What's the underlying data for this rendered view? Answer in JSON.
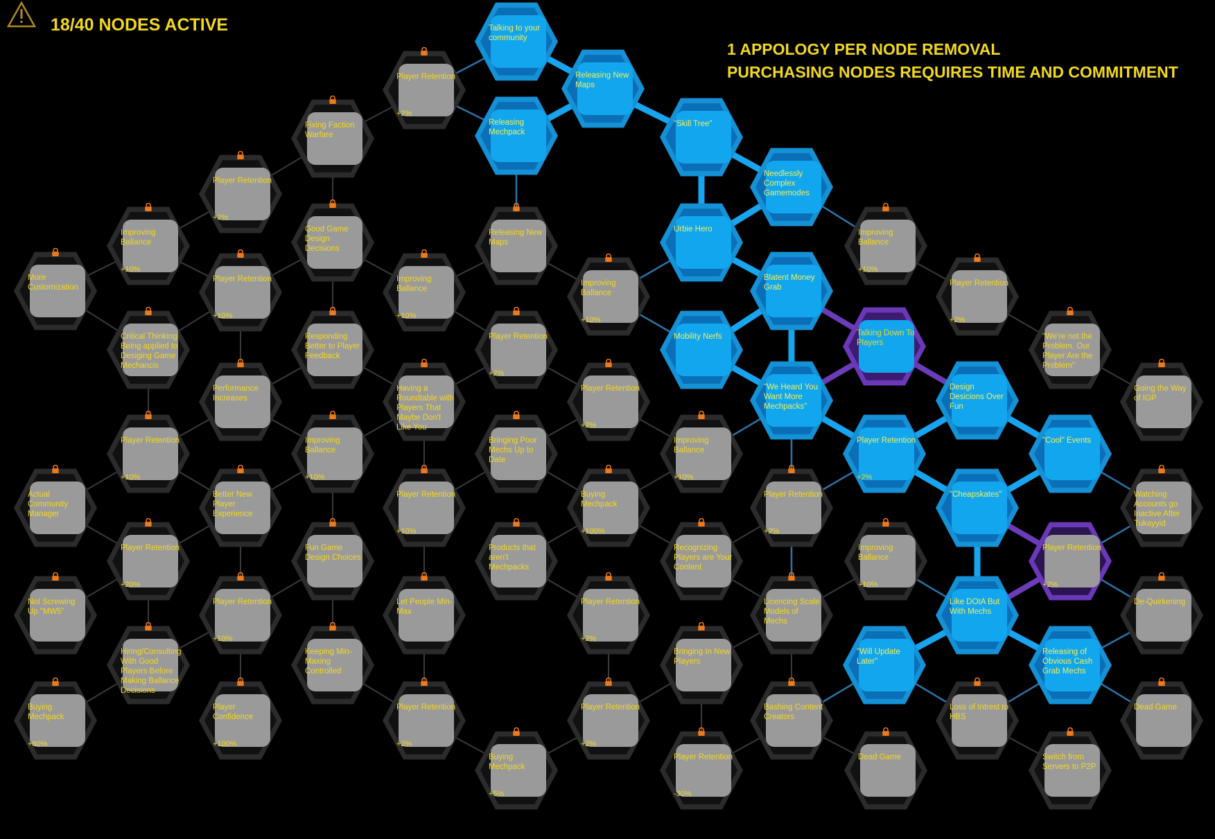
{
  "header": {
    "nodes_active": "18/40 NODES ACTIVE",
    "notice_line1": "1 APPOLOGY PER NODE REMOVAL",
    "notice_line2": "PURCHASING NODES REQUIRES TIME AND COMMITMENT",
    "warning_icon": "warning-triangle-icon"
  },
  "colors": {
    "text_yellow": "#f2d820",
    "active_blue": "#12a6ee",
    "locked_gray": "#9a9a9a",
    "purple": "#6a38b8",
    "lock_orange": "#f07a1a"
  },
  "nodes": [
    {
      "id": "n01",
      "title": "Talking to your community",
      "bonus": "",
      "state": "active"
    },
    {
      "id": "n02",
      "title": "Releasing New Maps",
      "bonus": "",
      "state": "active"
    },
    {
      "id": "n03",
      "title": "Releasing Mechpack",
      "bonus": "",
      "state": "active"
    },
    {
      "id": "n04",
      "title": "\"Skill Tree\"",
      "bonus": "",
      "state": "active"
    },
    {
      "id": "n05",
      "title": "Needlessly Complex Gamemodes",
      "bonus": "",
      "state": "active"
    },
    {
      "id": "n06",
      "title": "Urbie Hero",
      "bonus": "",
      "state": "active"
    },
    {
      "id": "n07",
      "title": "Blatent Money Grab",
      "bonus": "",
      "state": "active"
    },
    {
      "id": "n08",
      "title": "Mobility Nerfs",
      "bonus": "",
      "state": "active"
    },
    {
      "id": "n09",
      "title": "\"We Heard You Want More Mechpacks\"",
      "bonus": "",
      "state": "active"
    },
    {
      "id": "n10",
      "title": "Talking Down To Players",
      "bonus": "",
      "state": "purple"
    },
    {
      "id": "n11",
      "title": "Design Desicions Over Fun",
      "bonus": "",
      "state": "active"
    },
    {
      "id": "n12",
      "title": "Player Retention",
      "bonus": "+2%",
      "state": "active"
    },
    {
      "id": "n13",
      "title": "\"Cool\" Events",
      "bonus": "",
      "state": "active"
    },
    {
      "id": "n14",
      "title": "\"Cheapskates\"",
      "bonus": "",
      "state": "active"
    },
    {
      "id": "n15",
      "title": "Player Retention",
      "bonus": "+2%",
      "state": "purple-gray"
    },
    {
      "id": "n16",
      "title": "Like DOtA But With Mechs",
      "bonus": "",
      "state": "active"
    },
    {
      "id": "n17",
      "title": "\"Will Update Later\"",
      "bonus": "",
      "state": "active"
    },
    {
      "id": "n18",
      "title": "Releasing of Obvious Cash Grab Mechs",
      "bonus": "",
      "state": "active"
    },
    {
      "id": "n19",
      "title": "Player Retention",
      "bonus": "+2%",
      "state": "locked"
    },
    {
      "id": "n20",
      "title": "Fixing Faction Warfare",
      "bonus": "",
      "state": "locked"
    },
    {
      "id": "n21",
      "title": "Player Retention",
      "bonus": "+2%",
      "state": "locked"
    },
    {
      "id": "n22",
      "title": "Improving Ballance",
      "bonus": "+10%",
      "state": "locked"
    },
    {
      "id": "n23",
      "title": "Good Game Design Decisions",
      "bonus": "",
      "state": "locked"
    },
    {
      "id": "n24",
      "title": "Releasing New Maps",
      "bonus": "",
      "state": "locked"
    },
    {
      "id": "n25",
      "title": "More Customization",
      "bonus": "",
      "state": "locked"
    },
    {
      "id": "n26",
      "title": "Player Retention",
      "bonus": "+10%",
      "state": "locked"
    },
    {
      "id": "n27",
      "title": "Improving Ballance",
      "bonus": "+10%",
      "state": "locked"
    },
    {
      "id": "n28",
      "title": "Improving Ballance",
      "bonus": "+10%",
      "state": "locked"
    },
    {
      "id": "n29",
      "title": "Improving Ballance",
      "bonus": "+10%",
      "state": "locked"
    },
    {
      "id": "n30",
      "title": "Player Retention",
      "bonus": "+2%",
      "state": "locked"
    },
    {
      "id": "n31",
      "title": "Critical Thinking Being applied to Desiging Game Mechancis",
      "bonus": "",
      "state": "locked"
    },
    {
      "id": "n32",
      "title": "Responding Better to Player Feedback",
      "bonus": "",
      "state": "locked"
    },
    {
      "id": "n33",
      "title": "Player Retention",
      "bonus": "+2%",
      "state": "locked"
    },
    {
      "id": "n34",
      "title": "\"We're not the Problem, Our Player Are the Problem\"",
      "bonus": "",
      "state": "locked"
    },
    {
      "id": "n35",
      "title": "Performance Increases",
      "bonus": "",
      "state": "locked"
    },
    {
      "id": "n36",
      "title": "Having a Roundtable with Players That Maybe Don't Like You",
      "bonus": "",
      "state": "locked"
    },
    {
      "id": "n37",
      "title": "Player Retention",
      "bonus": "+2%",
      "state": "locked"
    },
    {
      "id": "n38",
      "title": "Going the Way of IGP",
      "bonus": "",
      "state": "locked"
    },
    {
      "id": "n39",
      "title": "Player Retention",
      "bonus": "+10%",
      "state": "locked"
    },
    {
      "id": "n40",
      "title": "Improving Ballance",
      "bonus": "+10%",
      "state": "locked"
    },
    {
      "id": "n41",
      "title": "Bringing Poor Mechs Up to Date",
      "bonus": "",
      "state": "locked"
    },
    {
      "id": "n42",
      "title": "Improving Ballance",
      "bonus": "+10%",
      "state": "locked"
    },
    {
      "id": "n43",
      "title": "Actual Community Manager",
      "bonus": "",
      "state": "locked"
    },
    {
      "id": "n44",
      "title": "Better New Player Experience",
      "bonus": "",
      "state": "locked"
    },
    {
      "id": "n45",
      "title": "Player Retention",
      "bonus": "+10%",
      "state": "locked"
    },
    {
      "id": "n46",
      "title": "Buying Mechpack",
      "bonus": "+100%",
      "state": "locked"
    },
    {
      "id": "n47",
      "title": "Player Retention",
      "bonus": "+2%",
      "state": "locked"
    },
    {
      "id": "n48",
      "title": "Watching Accounts go Inactive After Tukayyid",
      "bonus": "",
      "state": "locked"
    },
    {
      "id": "n49",
      "title": "Player Retention",
      "bonus": "+20%",
      "state": "locked"
    },
    {
      "id": "n50",
      "title": "Fun Game Design Choices",
      "bonus": "",
      "state": "locked"
    },
    {
      "id": "n51",
      "title": "Products that aren't Mechpacks",
      "bonus": "",
      "state": "locked"
    },
    {
      "id": "n52",
      "title": "Recognizing Players are Your Content",
      "bonus": "",
      "state": "locked"
    },
    {
      "id": "n53",
      "title": "Improving Ballance",
      "bonus": "+10%",
      "state": "locked"
    },
    {
      "id": "n54",
      "title": "Not Screwing Up \"MW5\"",
      "bonus": "",
      "state": "locked"
    },
    {
      "id": "n55",
      "title": "Player Retention",
      "bonus": "+10%",
      "state": "locked"
    },
    {
      "id": "n56",
      "title": "Let People Min-Max",
      "bonus": "",
      "state": "locked"
    },
    {
      "id": "n57",
      "title": "Player Retention",
      "bonus": "+2%",
      "state": "locked"
    },
    {
      "id": "n58",
      "title": "Licencing Scale Models of Mechs",
      "bonus": "",
      "state": "locked"
    },
    {
      "id": "n59",
      "title": "De-Quirkening",
      "bonus": "",
      "state": "locked"
    },
    {
      "id": "n60",
      "title": "Hiring/Consulting With Good Players Before Making Ballance Decisions",
      "bonus": "",
      "state": "locked"
    },
    {
      "id": "n61",
      "title": "Keeping Min-Maxing Controlled",
      "bonus": "",
      "state": "locked"
    },
    {
      "id": "n62",
      "title": "Bringing In New Players",
      "bonus": "",
      "state": "locked"
    },
    {
      "id": "n63",
      "title": "Buying Mechpack",
      "bonus": "+80%",
      "state": "locked"
    },
    {
      "id": "n64",
      "title": "Player Confidence",
      "bonus": "+100%",
      "state": "locked"
    },
    {
      "id": "n65",
      "title": "Player Retention",
      "bonus": "+2%",
      "state": "locked"
    },
    {
      "id": "n66",
      "title": "Player Retention",
      "bonus": "+2%",
      "state": "locked"
    },
    {
      "id": "n67",
      "title": "Bashing Content Creators",
      "bonus": "",
      "state": "locked"
    },
    {
      "id": "n68",
      "title": "Loss of Intrest to HBS",
      "bonus": "",
      "state": "locked"
    },
    {
      "id": "n69",
      "title": "Dead Game",
      "bonus": "",
      "state": "locked"
    },
    {
      "id": "n70",
      "title": "Buying Mechpack",
      "bonus": "+5%",
      "state": "locked"
    },
    {
      "id": "n71",
      "title": "Player Retention",
      "bonus": "-30%",
      "state": "locked"
    },
    {
      "id": "n72",
      "title": "Dead Game",
      "bonus": "",
      "state": "locked"
    },
    {
      "id": "n73",
      "title": "Switch from Servers to P2P",
      "bonus": "",
      "state": "locked"
    }
  ]
}
